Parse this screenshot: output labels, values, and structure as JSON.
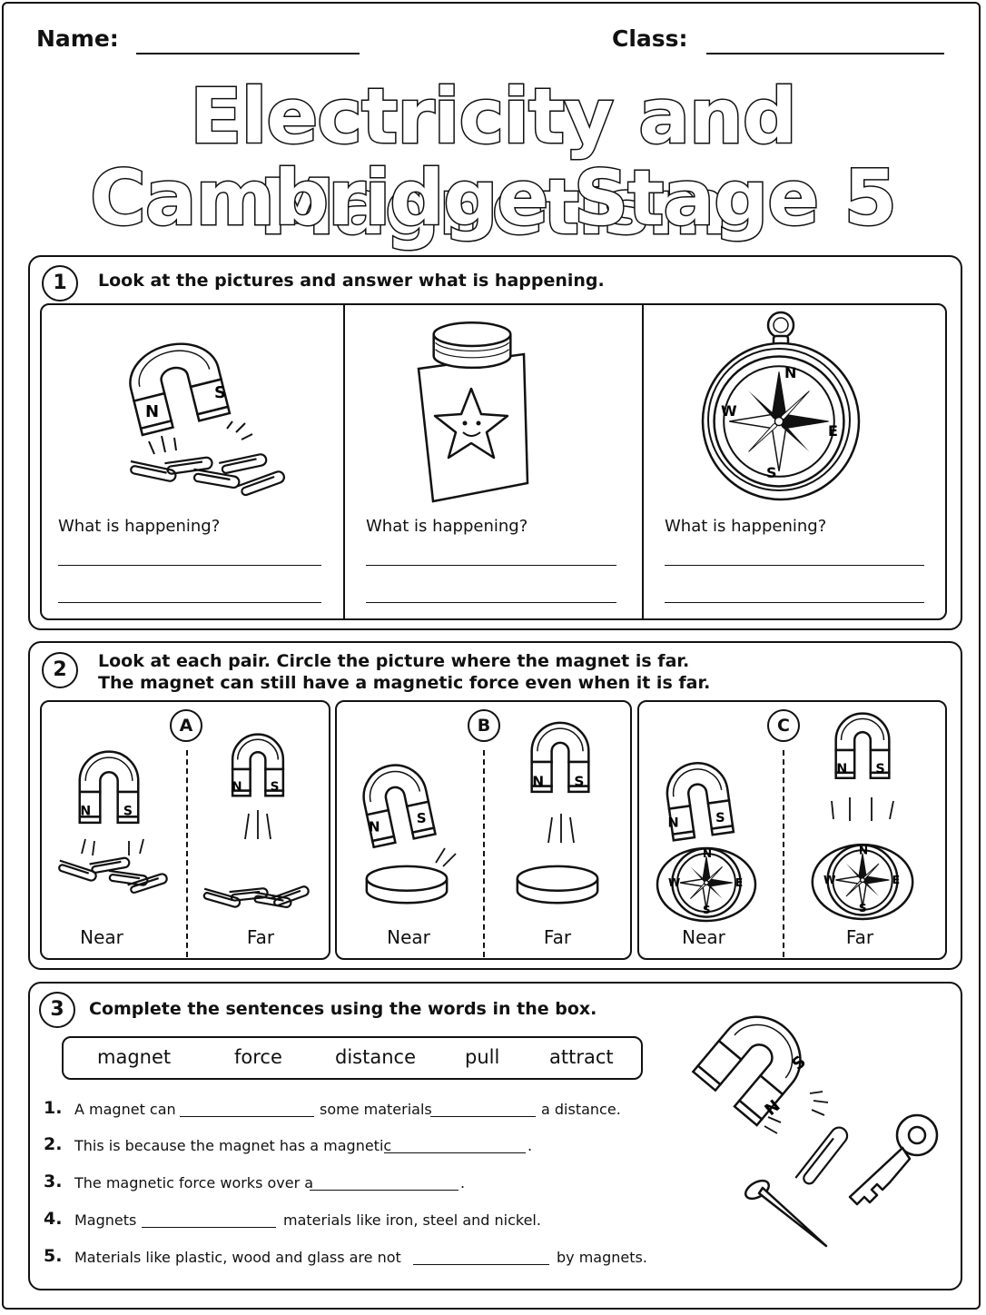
{
  "header": {
    "name_label": "Name:",
    "class_label": "Class:"
  },
  "title": {
    "line1": "Electricity and Magnetism",
    "line2": "Cambridge Stage 5"
  },
  "section1": {
    "number": "1",
    "instruction": "Look at the pictures and answer what is happening.",
    "panels": [
      {
        "question": "What is happening?",
        "picture": "magnet-paperclips"
      },
      {
        "question": "What is happening?",
        "picture": "magnet-paper-star"
      },
      {
        "question": "What is happening?",
        "picture": "compass"
      }
    ],
    "compass_letters": {
      "n": "N",
      "e": "E",
      "s": "S",
      "w": "W"
    },
    "pole_labels": {
      "north": "N",
      "south": "S"
    }
  },
  "section2": {
    "number": "2",
    "instruction_line1": "Look at each pair. Circle the picture where the magnet is far.",
    "instruction_line2": "The magnet can still have a magnetic force even when it is far.",
    "pairs": [
      {
        "letter": "A",
        "near": "Near",
        "far": "Far"
      },
      {
        "letter": "B",
        "near": "Near",
        "far": "Far"
      },
      {
        "letter": "C",
        "near": "Near",
        "far": "Far"
      }
    ]
  },
  "section3": {
    "number": "3",
    "instruction": "Complete the sentences using the words in the box.",
    "words": [
      "magnet",
      "force",
      "distance",
      "pull",
      "attract"
    ],
    "sentences": [
      {
        "n": "1.",
        "parts": [
          "A magnet can",
          "some materials",
          "a distance."
        ]
      },
      {
        "n": "2.",
        "parts": [
          "This is because the magnet has a magnetic",
          "."
        ]
      },
      {
        "n": "3.",
        "parts": [
          "The magnetic force works over a",
          "."
        ]
      },
      {
        "n": "4.",
        "parts": [
          "Magnets",
          "materials like iron, steel and nickel."
        ]
      },
      {
        "n": "5.",
        "parts": [
          "Materials like plastic, wood and glass are not",
          "by magnets."
        ]
      }
    ]
  }
}
